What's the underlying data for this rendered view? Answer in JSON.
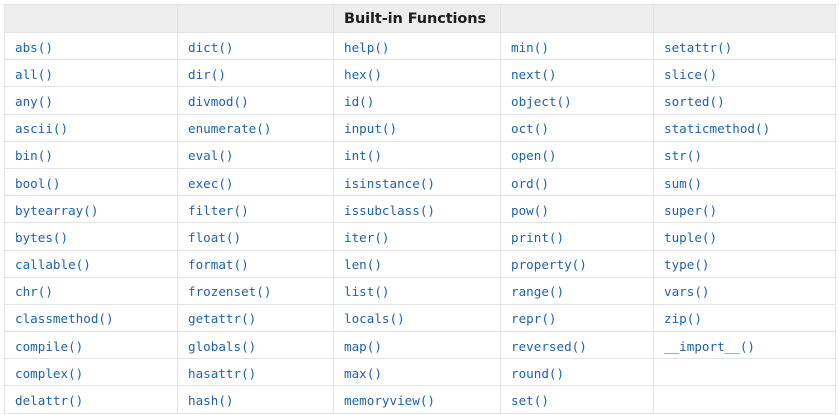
{
  "page": {
    "background_color": "#ffffff",
    "link_color": "#2062a8",
    "header_background": "#ededed",
    "border_color": "#e1e4e5",
    "header_text_color": "#1d1d1d"
  },
  "table": {
    "caption_header": {
      "column_index": 2,
      "label": "Built-in Functions"
    },
    "headers": [
      "",
      "",
      "Built-in Functions",
      "",
      ""
    ],
    "rows": [
      [
        "abs()",
        "dict()",
        "help()",
        "min()",
        "setattr()"
      ],
      [
        "all()",
        "dir()",
        "hex()",
        "next()",
        "slice()"
      ],
      [
        "any()",
        "divmod()",
        "id()",
        "object()",
        "sorted()"
      ],
      [
        "ascii()",
        "enumerate()",
        "input()",
        "oct()",
        "staticmethod()"
      ],
      [
        "bin()",
        "eval()",
        "int()",
        "open()",
        "str()"
      ],
      [
        "bool()",
        "exec()",
        "isinstance()",
        "ord()",
        "sum()"
      ],
      [
        "bytearray()",
        "filter()",
        "issubclass()",
        "pow()",
        "super()"
      ],
      [
        "bytes()",
        "float()",
        "iter()",
        "print()",
        "tuple()"
      ],
      [
        "callable()",
        "format()",
        "len()",
        "property()",
        "type()"
      ],
      [
        "chr()",
        "frozenset()",
        "list()",
        "range()",
        "vars()"
      ],
      [
        "classmethod()",
        "getattr()",
        "locals()",
        "repr()",
        "zip()"
      ],
      [
        "compile()",
        "globals()",
        "map()",
        "reversed()",
        "__import__()"
      ],
      [
        "complex()",
        "hasattr()",
        "max()",
        "round()",
        ""
      ],
      [
        "delattr()",
        "hash()",
        "memoryview()",
        "set()",
        ""
      ]
    ]
  }
}
